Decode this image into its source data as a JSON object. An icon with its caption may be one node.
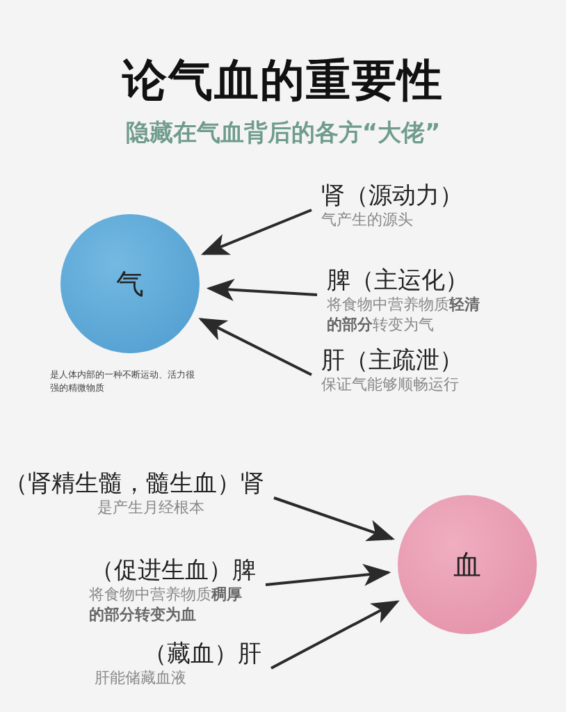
{
  "diagram": {
    "title": "论气血的重要性",
    "nodes": [
      {
        "text": [
          "气"
        ],
        "beside": [
          "是人体内部的一种不断运动、活力很强的精微物质"
        ]
      },
      {
        "text": [
          "肾（源动力）",
          "气产生的源头"
        ]
      },
      {
        "text": [
          "脾（主运化）",
          "将食物中营养物质**轻清的部分**转变为气"
        ]
      },
      {
        "text": [
          "肝（主疏泄）",
          "保证气能够顺畅运行"
        ]
      },
      {
        "text": [
          "（肾精生髓，髓生血）肾",
          "是产生月经根本"
        ]
      },
      {
        "text": [
          "（促进生血）脾",
          "将食物中营养物质**稠厚的部分转变为血**"
        ]
      },
      {
        "text": [
          "（藏血）肝",
          "肝能储藏血液"
        ]
      },
      {
        "text": [
          "血"
        ]
      }
    ],
    "edges": [
      {
        "from": 1,
        "to": 0,
        "arrow": "to"
      },
      {
        "from": 2,
        "to": 0,
        "arrow": "to"
      },
      {
        "from": 3,
        "to": 0,
        "arrow": "to"
      },
      {
        "from": 4,
        "to": 7,
        "arrow": "to"
      },
      {
        "from": 5,
        "to": 7,
        "arrow": "to"
      },
      {
        "from": 6,
        "to": 7,
        "arrow": "to"
      }
    ],
    "labels": [
      "隐藏在气血背后的各方“大佬”"
    ]
  }
}
